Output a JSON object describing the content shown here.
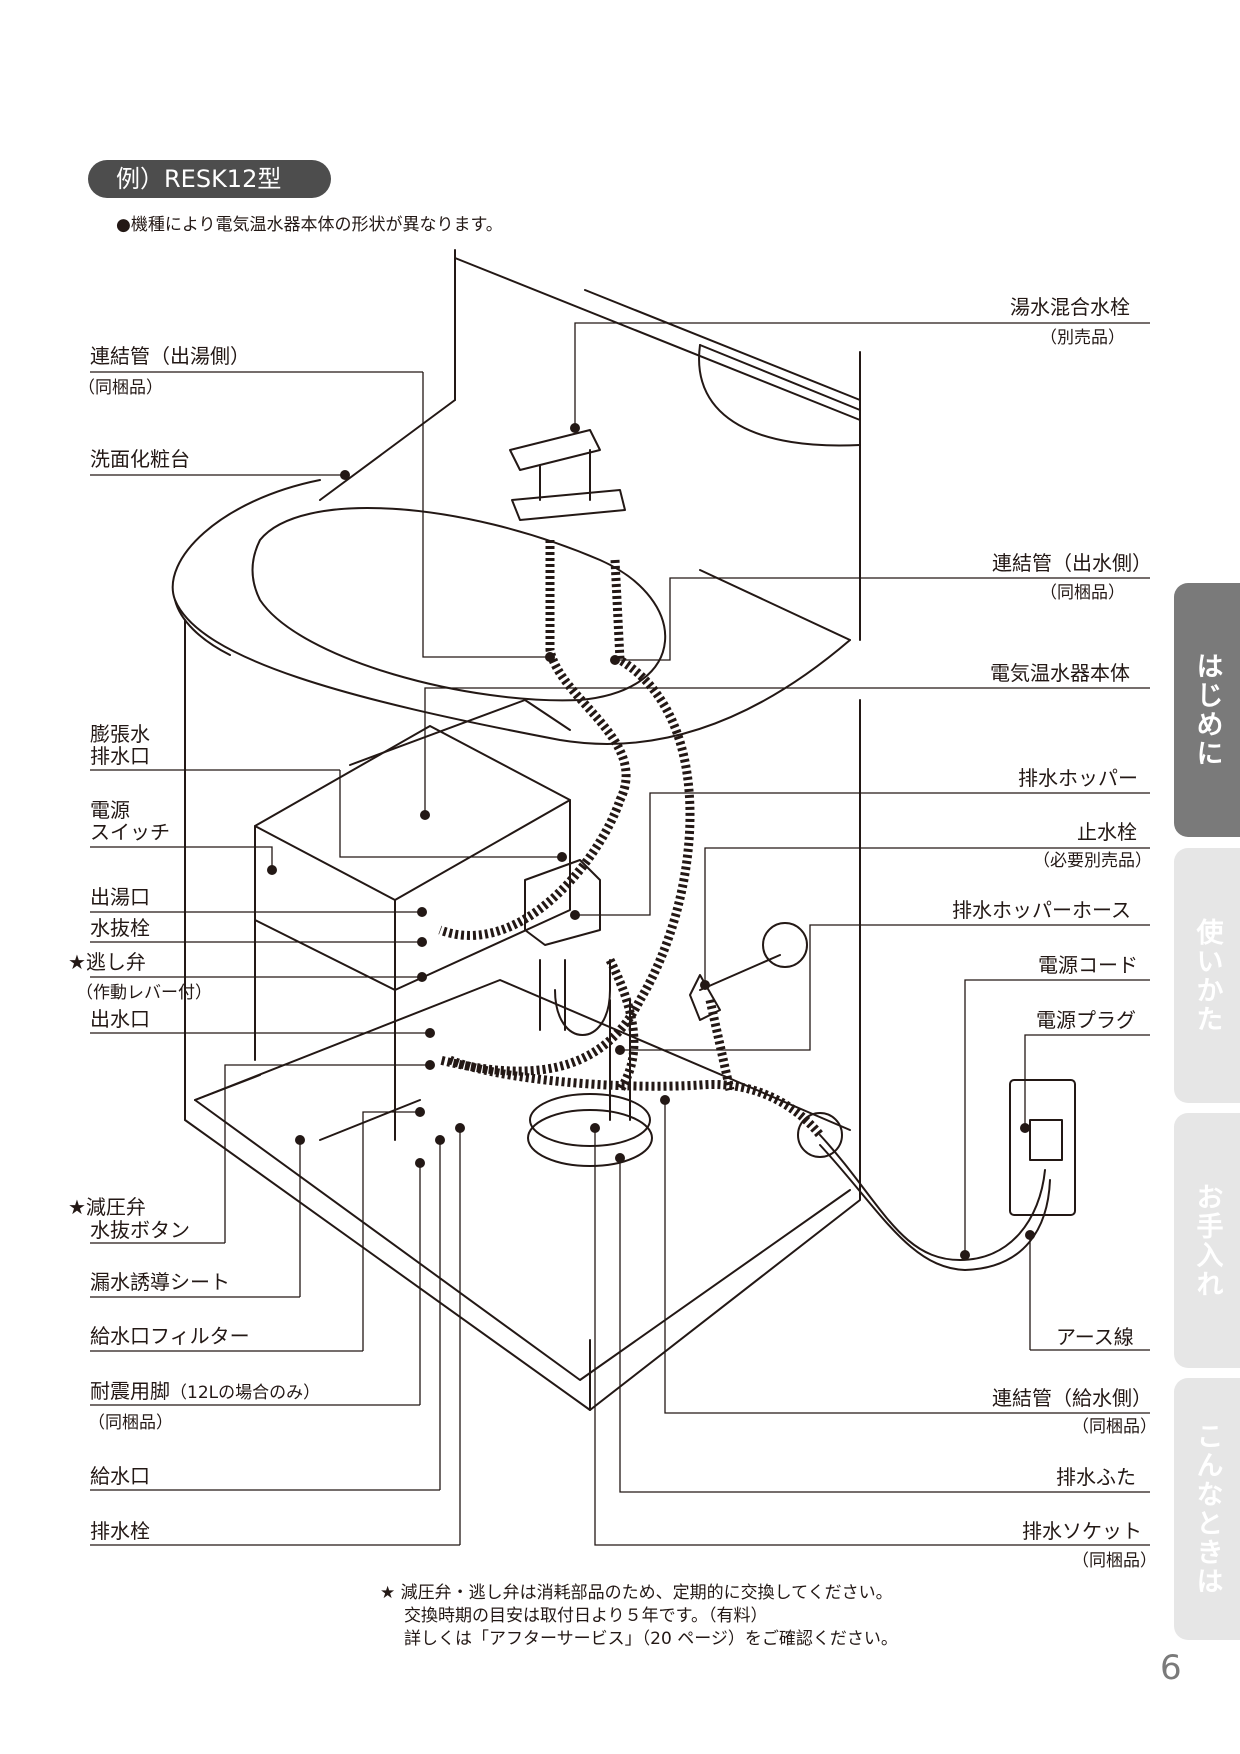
{
  "heading": "例）RESK12型",
  "note": "●機種により電気温水器本体の形状が異なります。",
  "labels_left": {
    "renketsu_deyu": "連結管（出湯側）",
    "renketsu_deyu_sub": "（同梱品）",
    "senmen": "洗面化粧台",
    "bocho_1": "膨張水",
    "bocho_2": "排水口",
    "dengen_sw_1": "電源",
    "dengen_sw_2": "スイッチ",
    "deyuguchi": "出湯口",
    "mizunuki": "水抜栓",
    "nigashi": "★逃し弁",
    "nigashi_sub": "（作動レバー付）",
    "desuiguchi": "出水口",
    "genatsu_1": "★減圧弁",
    "genatsu_2": "水抜ボタン",
    "rosui": "漏水誘導シート",
    "filter": "給水口フィルター",
    "taishin": "耐震用脚",
    "taishin_note": "（12Lの場合のみ）",
    "taishin_sub": "（同梱品）",
    "kyusuiguchi": "給水口",
    "haisuisen": "排水栓"
  },
  "labels_right": {
    "konsui": "湯水混合水栓",
    "konsui_sub": "（別売品）",
    "renketsu_desui": "連結管（出水側）",
    "renketsu_desui_sub": "（同梱品）",
    "honntai": "電気温水器本体",
    "hopper": "排水ホッパー",
    "shisuisen": "止水栓",
    "shisuisen_sub": "（必要別売品）",
    "hopper_hose": "排水ホッパーホース",
    "cord": "電源コード",
    "plug": "電源プラグ",
    "earth": "アース線",
    "renketsu_kyusui": "連結管（給水側）",
    "renketsu_kyusui_sub": "（同梱品）",
    "futa": "排水ふた",
    "socket": "排水ソケット",
    "socket_sub": "（同梱品）"
  },
  "footnote": [
    "★ 減圧弁・逃し弁は消耗部品のため、定期的に交換してください。",
    "交換時期の目安は取付日より５年です。（有料）",
    "詳しくは「アフターサービス」（20 ページ）をご確認ください。"
  ],
  "tabs": [
    "はじめに",
    "使いかた",
    "お手入れ",
    "こんなときは"
  ],
  "active_tab": "はじめに",
  "page_number": "6"
}
